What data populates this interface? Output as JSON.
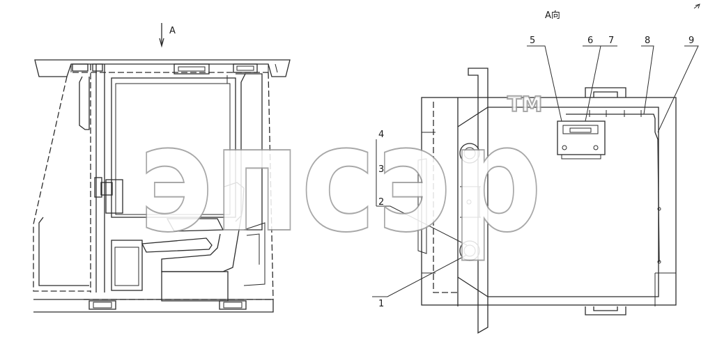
{
  "view_arrow_label": "A",
  "view_title": "A向",
  "part_labels": {
    "p1": "1",
    "p2": "2",
    "p3": "3",
    "p4": "4",
    "p5": "5",
    "p6": "6",
    "p7": "7",
    "p8": "8",
    "p9": "9"
  },
  "watermark": {
    "text": "эпсэр",
    "mark": "TM"
  }
}
